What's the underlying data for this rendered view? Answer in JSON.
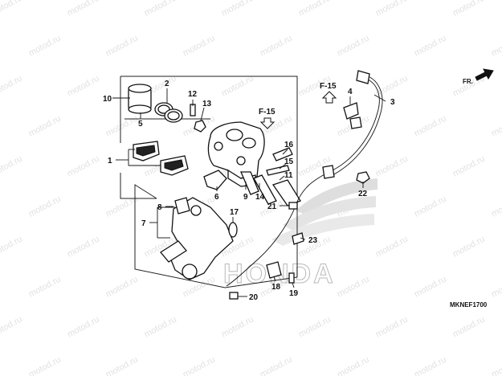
{
  "diagram": {
    "watermark_text": "motod.ru",
    "logo_text": "HONDA",
    "direction_label": "FR.",
    "drawing_code": "MKNEF1700",
    "ref_labels": {
      "upper_left": "F-15",
      "upper_right": "F-15"
    },
    "callouts": {
      "c1": "1",
      "c2": "2",
      "c3": "3",
      "c4": "4",
      "c5": "5",
      "c6": "6",
      "c7": "7",
      "c8": "8",
      "c9": "9",
      "c10": "10",
      "c11": "11",
      "c12": "12",
      "c13": "13",
      "c14": "14",
      "c15": "15",
      "c16": "16",
      "c17": "17",
      "c18": "18",
      "c19": "19",
      "c20": "20",
      "c21": "21",
      "c22": "22",
      "c23": "23"
    }
  }
}
